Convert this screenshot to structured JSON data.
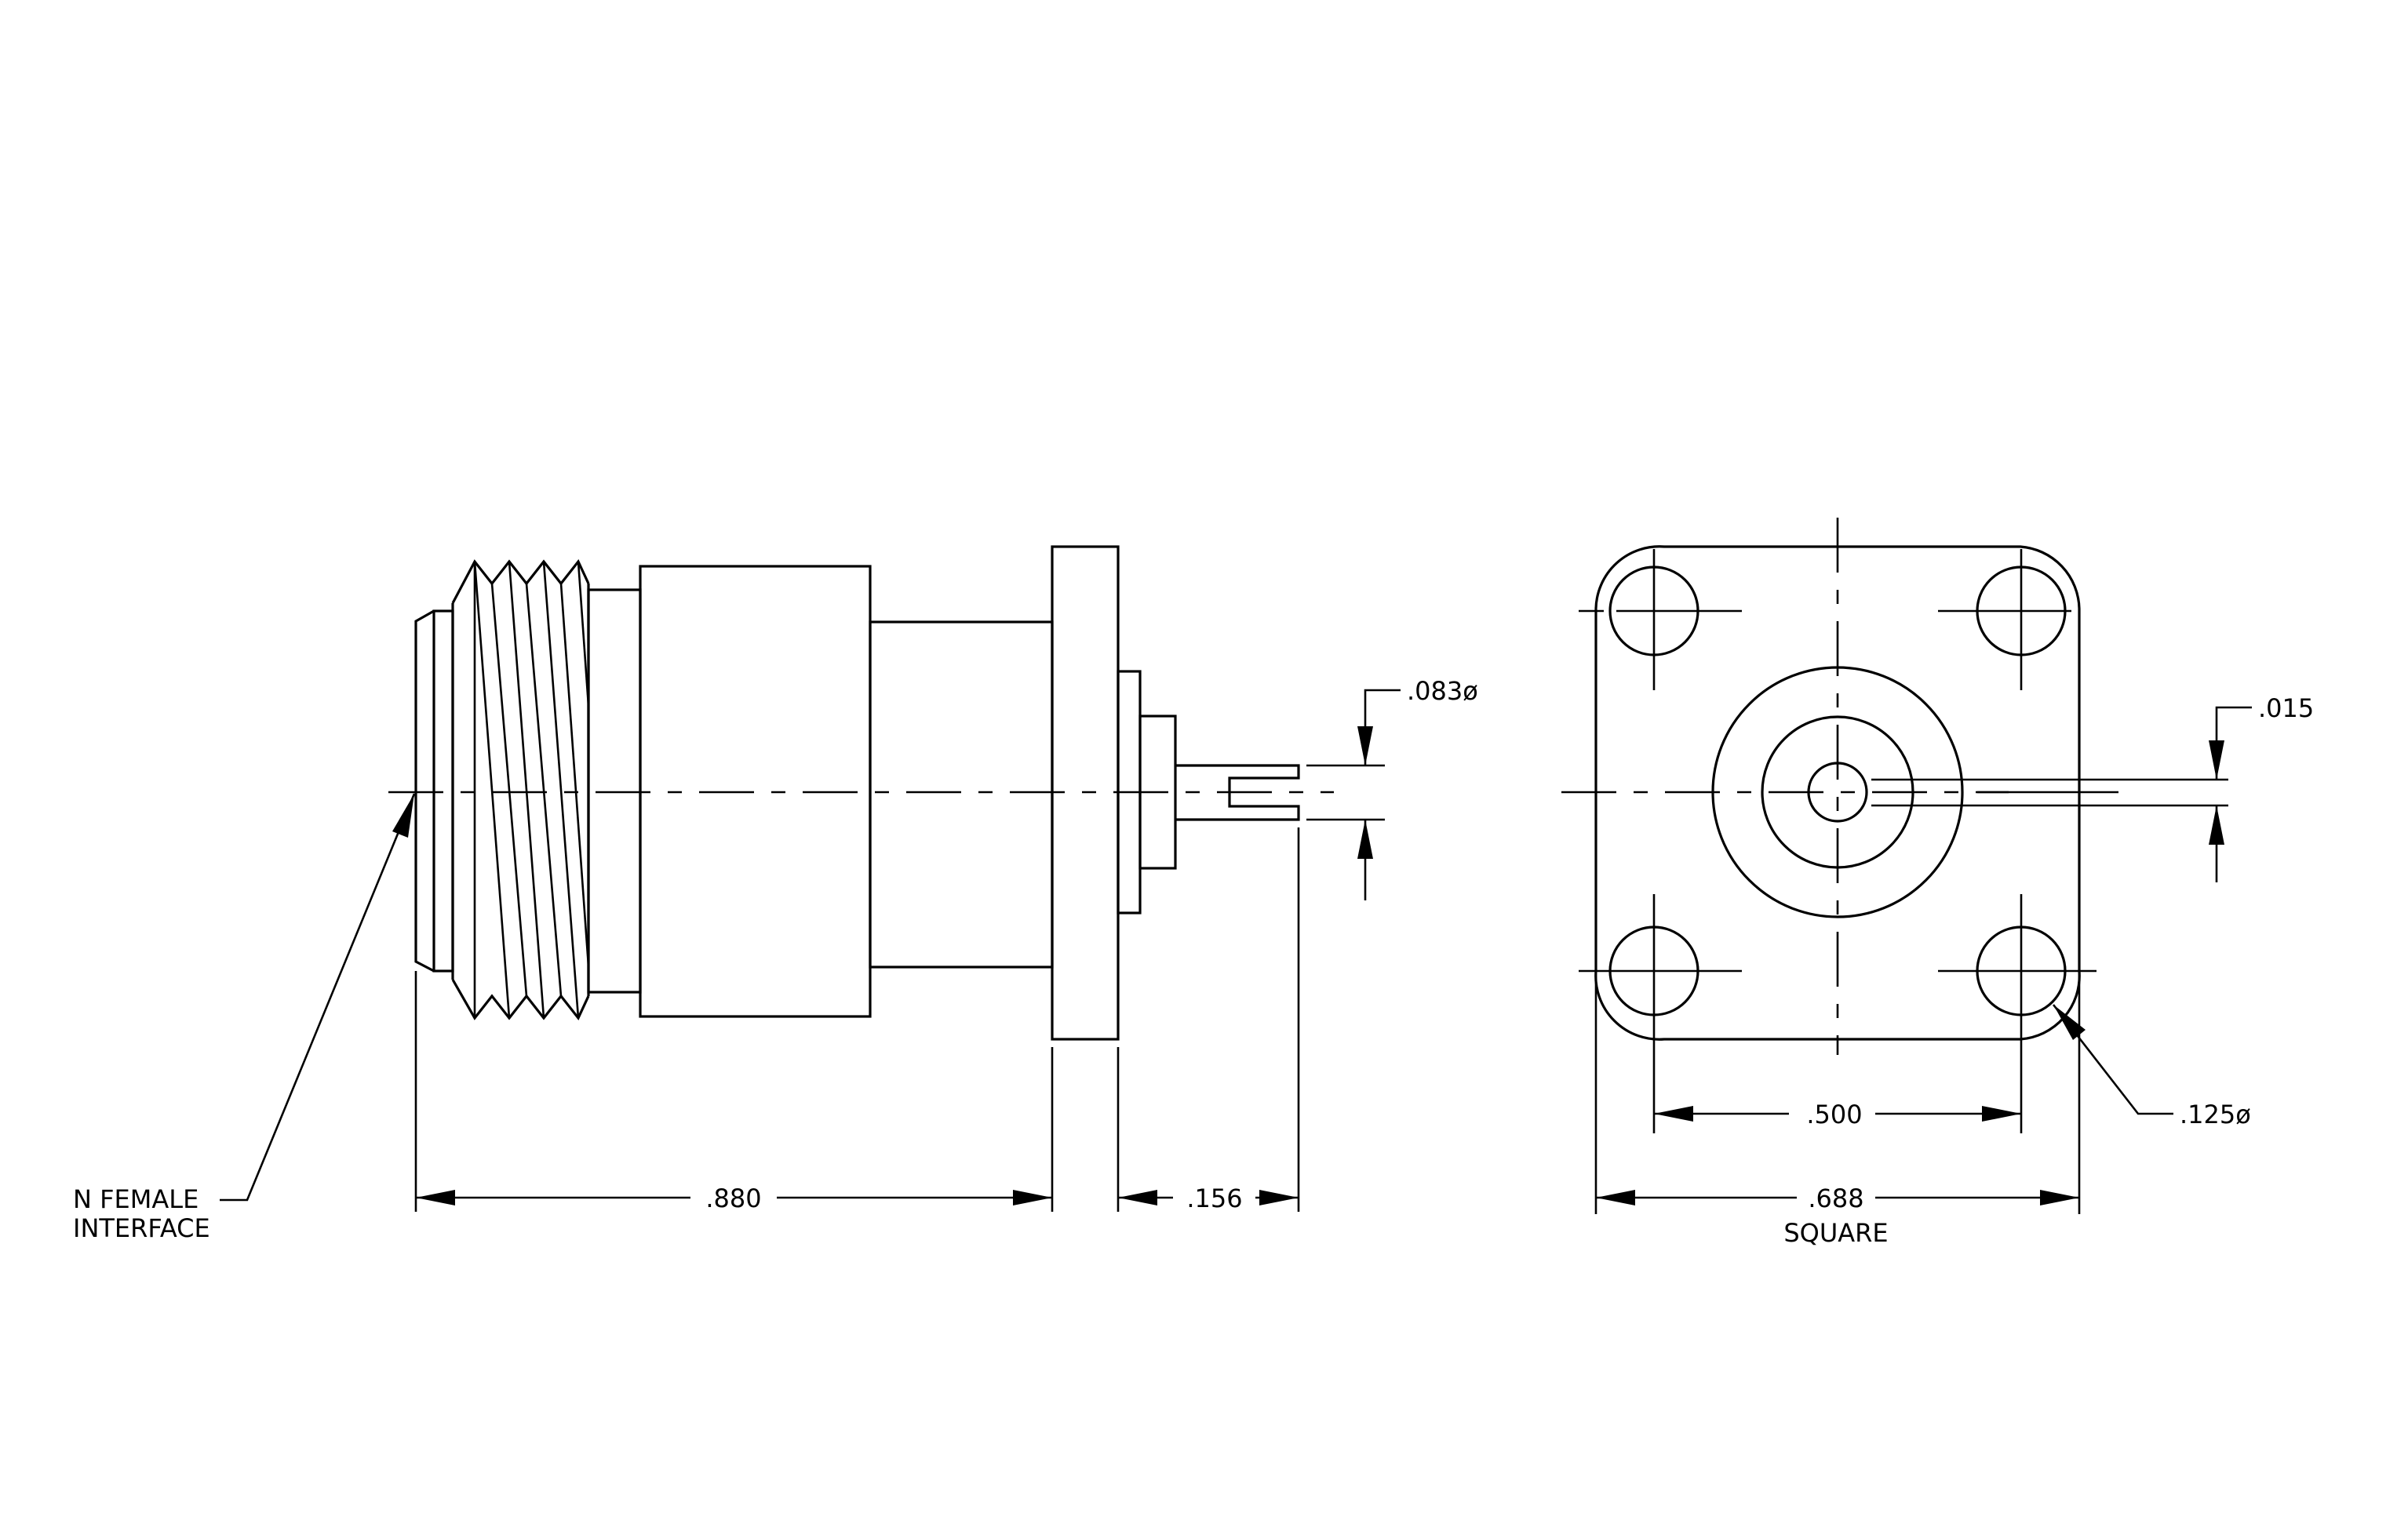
{
  "drawing": {
    "left_view": {
      "callout": {
        "line1": "N FEMALE",
        "line2": "INTERFACE"
      },
      "dim_length": ".880",
      "dim_pin_length": ".156",
      "dim_pin_dia": ".083ø"
    },
    "right_view": {
      "dim_offset": ".015",
      "dim_hole_dia": ".125ø",
      "dim_hole_spacing": ".500",
      "dim_flange": ".688",
      "dim_flange_note": "SQUARE"
    }
  }
}
